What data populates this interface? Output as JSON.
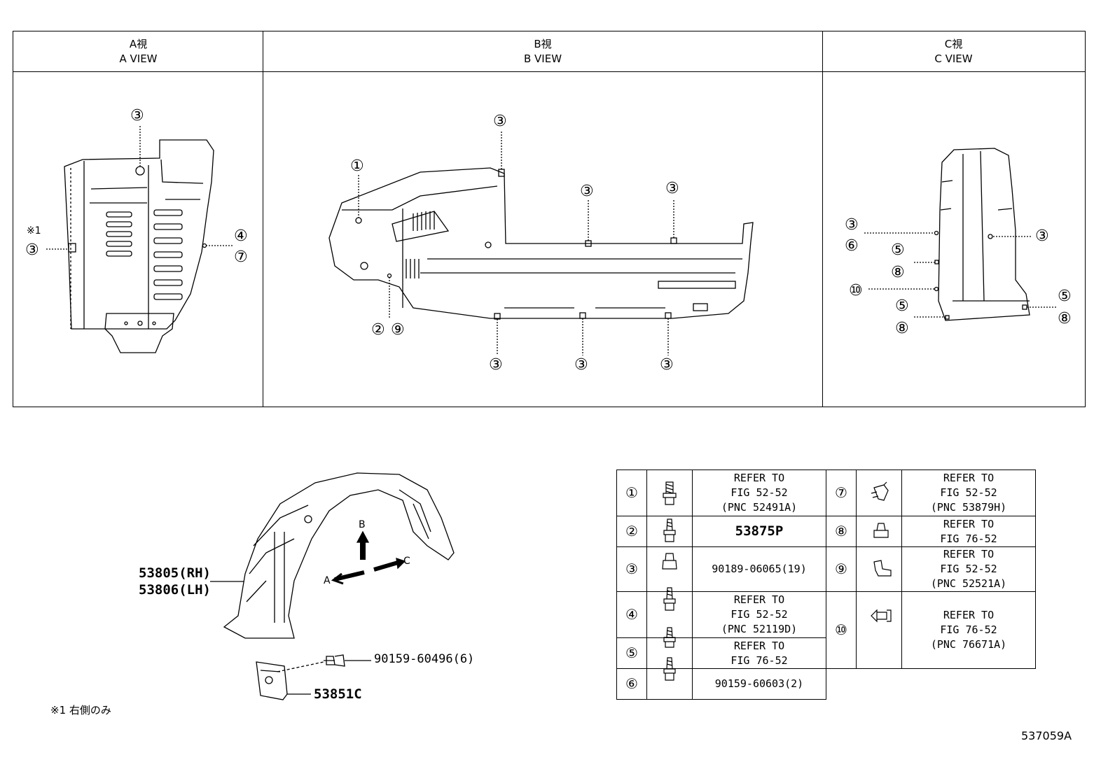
{
  "views": [
    {
      "label_jp": "A視",
      "label_en": "A VIEW"
    },
    {
      "label_jp": "B視",
      "label_en": "B VIEW"
    },
    {
      "label_jp": "C視",
      "label_en": "C VIEW"
    }
  ],
  "callouts": {
    "one": "①",
    "two": "②",
    "three": "③",
    "four": "④",
    "five": "⑤",
    "six": "⑥",
    "seven": "⑦",
    "eight": "⑧",
    "nine": "⑨",
    "ten": "⑩"
  },
  "annotation_mark": "※1",
  "part_labels": {
    "fender_liner_rh": "53805(RH)",
    "fender_liner_lh": "53806(LH)",
    "screw": "90159-60496(6)",
    "mudguard": "53851C"
  },
  "direction_labels": {
    "a": "A",
    "b": "B",
    "c": "C"
  },
  "fastener_table": {
    "left": [
      {
        "num": "①",
        "lines": [
          "REFER TO",
          "FIG 52-52",
          "(PNC 52491A)"
        ]
      },
      {
        "num": "②",
        "lines": [
          "53875P"
        ]
      },
      {
        "num": "③",
        "lines": [
          "90189-06065(19)"
        ]
      },
      {
        "num": "④",
        "lines": [
          "REFER TO",
          "FIG 52-52",
          "(PNC 52119D)"
        ]
      },
      {
        "num": "⑤",
        "lines": [
          "REFER TO",
          "FIG 76-52"
        ]
      },
      {
        "num": "⑥",
        "lines": [
          "90159-60603(2)"
        ]
      }
    ],
    "right": [
      {
        "num": "⑦",
        "lines": [
          "REFER TO",
          "FIG 52-52",
          "(PNC 53879H)"
        ]
      },
      {
        "num": "⑧",
        "lines": [
          "REFER TO",
          "FIG 76-52"
        ]
      },
      {
        "num": "⑨",
        "lines": [
          "REFER TO",
          "FIG 52-52",
          "(PNC 52521A)"
        ]
      },
      {
        "num": "⑩",
        "lines": [
          "REFER TO",
          "FIG 76-52",
          "(PNC 76671A)"
        ]
      }
    ]
  },
  "footnote": "※1 右側のみ",
  "figure_number": "537059A"
}
